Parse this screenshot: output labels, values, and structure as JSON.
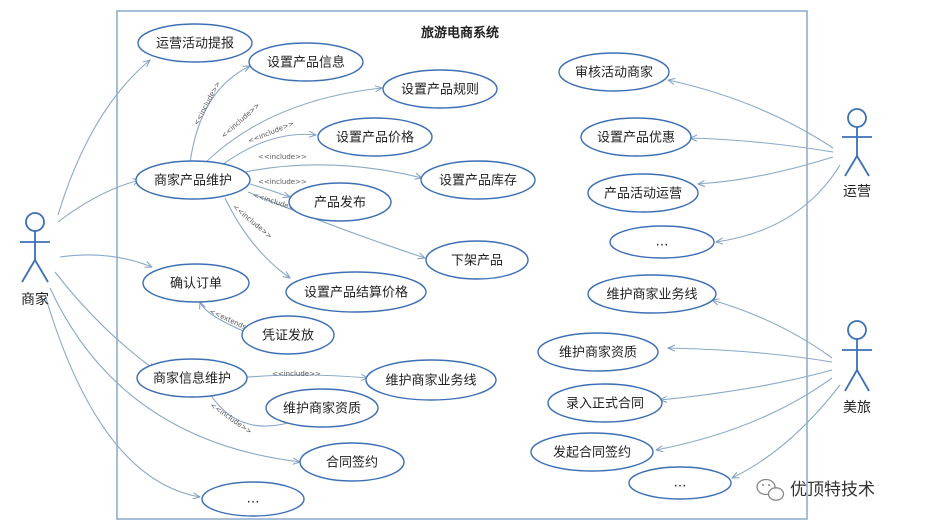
{
  "system": {
    "title": "旅游电商系统"
  },
  "colors": {
    "line": "#8aa9c9",
    "ellipse_stroke": "#3d6fb5",
    "system_border": "#8aa9c9"
  },
  "actors": {
    "merchant": "商家",
    "ops": "运营",
    "meilv": "美旅"
  },
  "use_cases": {
    "promo_apply": "运营活动提报",
    "set_info": "设置产品信息",
    "set_rules": "设置产品规则",
    "set_price": "设置产品价格",
    "maintain_product": "商家产品维护",
    "set_stock": "设置产品库存",
    "publish": "产品发布",
    "offshelf": "下架产品",
    "settle_price": "设置产品结算价格",
    "confirm_order": "确认订单",
    "voucher": "凭证发放",
    "merchant_info": "商家信息维护",
    "merchant_biz_left": "维护商家业务线",
    "merchant_qual_left": "维护商家资质",
    "contract_sign": "合同签约",
    "more_left": "…",
    "review_merchant": "审核活动商家",
    "set_discount": "设置产品优惠",
    "activity_ops": "产品活动运营",
    "more_ops": "…",
    "merchant_biz_right": "维护商家业务线",
    "merchant_qual_right": "维护商家资质",
    "contract_entry": "录入正式合同",
    "contract_init": "发起合同签约",
    "more_meilv": "…"
  },
  "stereotypes": {
    "include": "<<include>>",
    "extends": "<<extends>>"
  },
  "watermark": {
    "icon": "wechat-icon",
    "text": "优顶特技术"
  }
}
